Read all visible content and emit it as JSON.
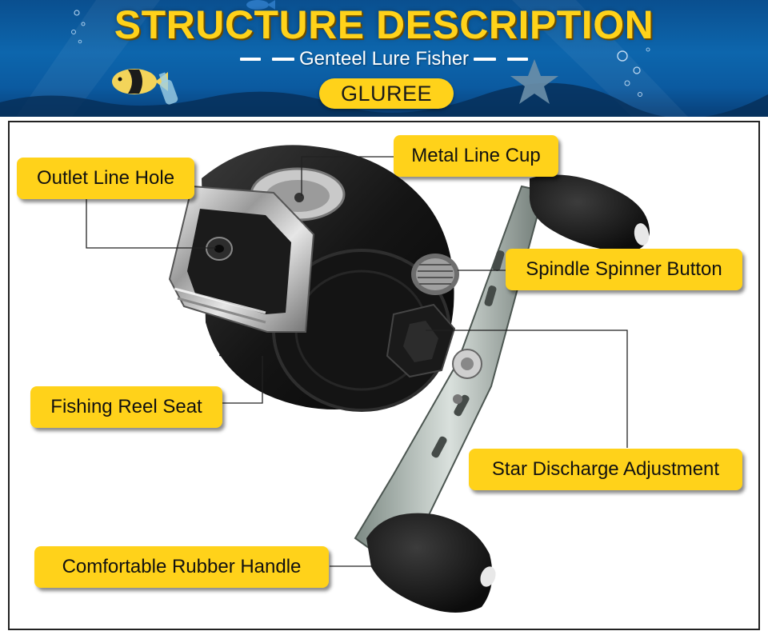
{
  "header": {
    "title": "STRUCTURE DESCRIPTION",
    "subtitle": "Genteel Lure Fisher",
    "brand": "GLUREE"
  },
  "labels": {
    "metal_line_cup": "Metal Line Cup",
    "outlet_line_hole": "Outlet Line Hole",
    "spindle_spinner_button": "Spindle Spinner Button",
    "fishing_reel_seat": "Fishing Reel Seat",
    "star_discharge_adjustment": "Star Discharge Adjustment",
    "comfortable_rubber_handle": "Comfortable Rubber Handle"
  },
  "colors": {
    "accent_yellow": "#ffd21a",
    "banner_blue": "#0d66ad",
    "frame_border": "#222222"
  }
}
